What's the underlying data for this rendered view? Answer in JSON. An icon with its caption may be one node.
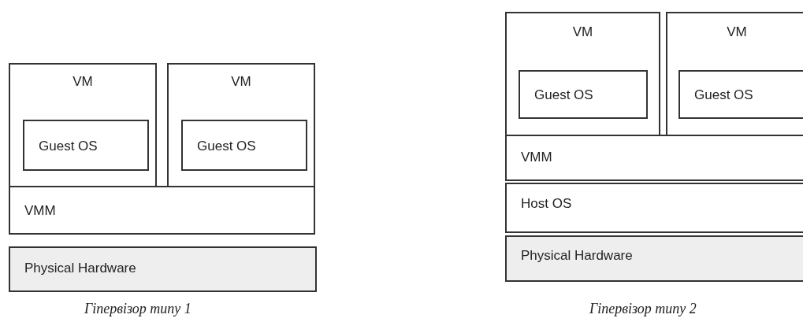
{
  "diagram": {
    "nodes": [
      {
        "text": [
          "VM"
        ]
      },
      {
        "text": [
          "Guest OS"
        ],
        "in": 0
      },
      {
        "text": [
          "VM"
        ]
      },
      {
        "text": [
          "Guest OS"
        ],
        "in": 2
      },
      {
        "text": [
          "VMM"
        ]
      },
      {
        "text": [
          "Physical Hardware"
        ]
      },
      {
        "text": [
          "VM"
        ]
      },
      {
        "text": [
          "Guest OS"
        ],
        "in": 6
      },
      {
        "text": [
          "VM"
        ]
      },
      {
        "text": [
          "Guest OS"
        ],
        "in": 8
      },
      {
        "text": [
          "VMM"
        ]
      },
      {
        "text": [
          "Host OS"
        ]
      },
      {
        "text": [
          "Physical Hardware"
        ]
      }
    ],
    "edges": [],
    "labels": [
      "Гіпервізор типу 1",
      "Гіпервізор типу 2"
    ]
  }
}
